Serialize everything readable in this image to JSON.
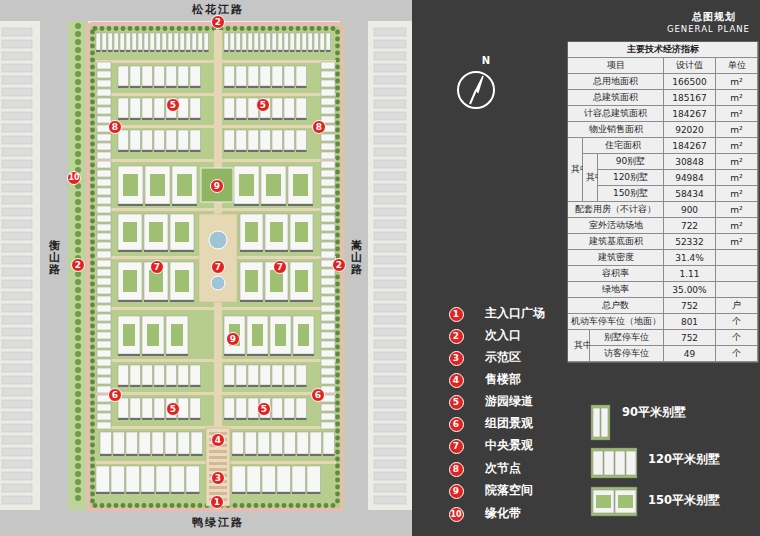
{
  "diagram": {
    "title": "总图规划",
    "labels": [
      "GENERAL PLANE",
      "N",
      "松花江路",
      "鸭绿江路",
      "衡山路",
      "嵩山路",
      "2",
      "5",
      "5",
      "8",
      "8",
      "10",
      "9",
      "2",
      "2",
      "7",
      "7",
      "7",
      "9",
      "6",
      "6",
      "5",
      "5",
      "4",
      "3",
      "1",
      "1",
      "2",
      "3",
      "4",
      "5",
      "6",
      "7",
      "8",
      "9",
      "10",
      "主要技术经济指标",
      "项目",
      "设计值",
      "单位",
      "总用地面积",
      "166500",
      "m²",
      "总建筑面积",
      "185167",
      "m²",
      "计容总建筑面积",
      "184267",
      "m²",
      "物业销售面积",
      "92020",
      "m²",
      "住宅面积",
      "184267",
      "m²",
      "其中",
      "其中",
      "90别墅",
      "30848",
      "m²",
      "120别墅",
      "94984",
      "m²",
      "150别墅",
      "58434",
      "m²",
      "配套用房（不计容）",
      "900",
      "m²",
      "室外活动场地",
      "722",
      "m²",
      "建筑基底面积",
      "52332",
      "m²",
      "建筑密度",
      "31.4%",
      "容积率",
      "1.11",
      "绿地率",
      "35.00%",
      "总户数",
      "752",
      "户",
      "机动车停车位（地面）",
      "801",
      "个",
      "其中",
      "别墅停车位",
      "752",
      "个",
      "访客停车位",
      "49",
      "个"
    ],
    "legend": [
      {
        "text": "主入口广场"
      },
      {
        "text": "次入口"
      },
      {
        "text": "示范区"
      },
      {
        "text": "售楼部"
      },
      {
        "text": "游园绿道"
      },
      {
        "text": "组团景观"
      },
      {
        "text": "中央景观"
      },
      {
        "text": "次节点"
      },
      {
        "text": "院落空间"
      },
      {
        "text": "缘化带"
      },
      {
        "text": "90平米别墅"
      },
      {
        "text": "120平米别墅"
      },
      {
        "text": "150平米别墅"
      }
    ]
  }
}
